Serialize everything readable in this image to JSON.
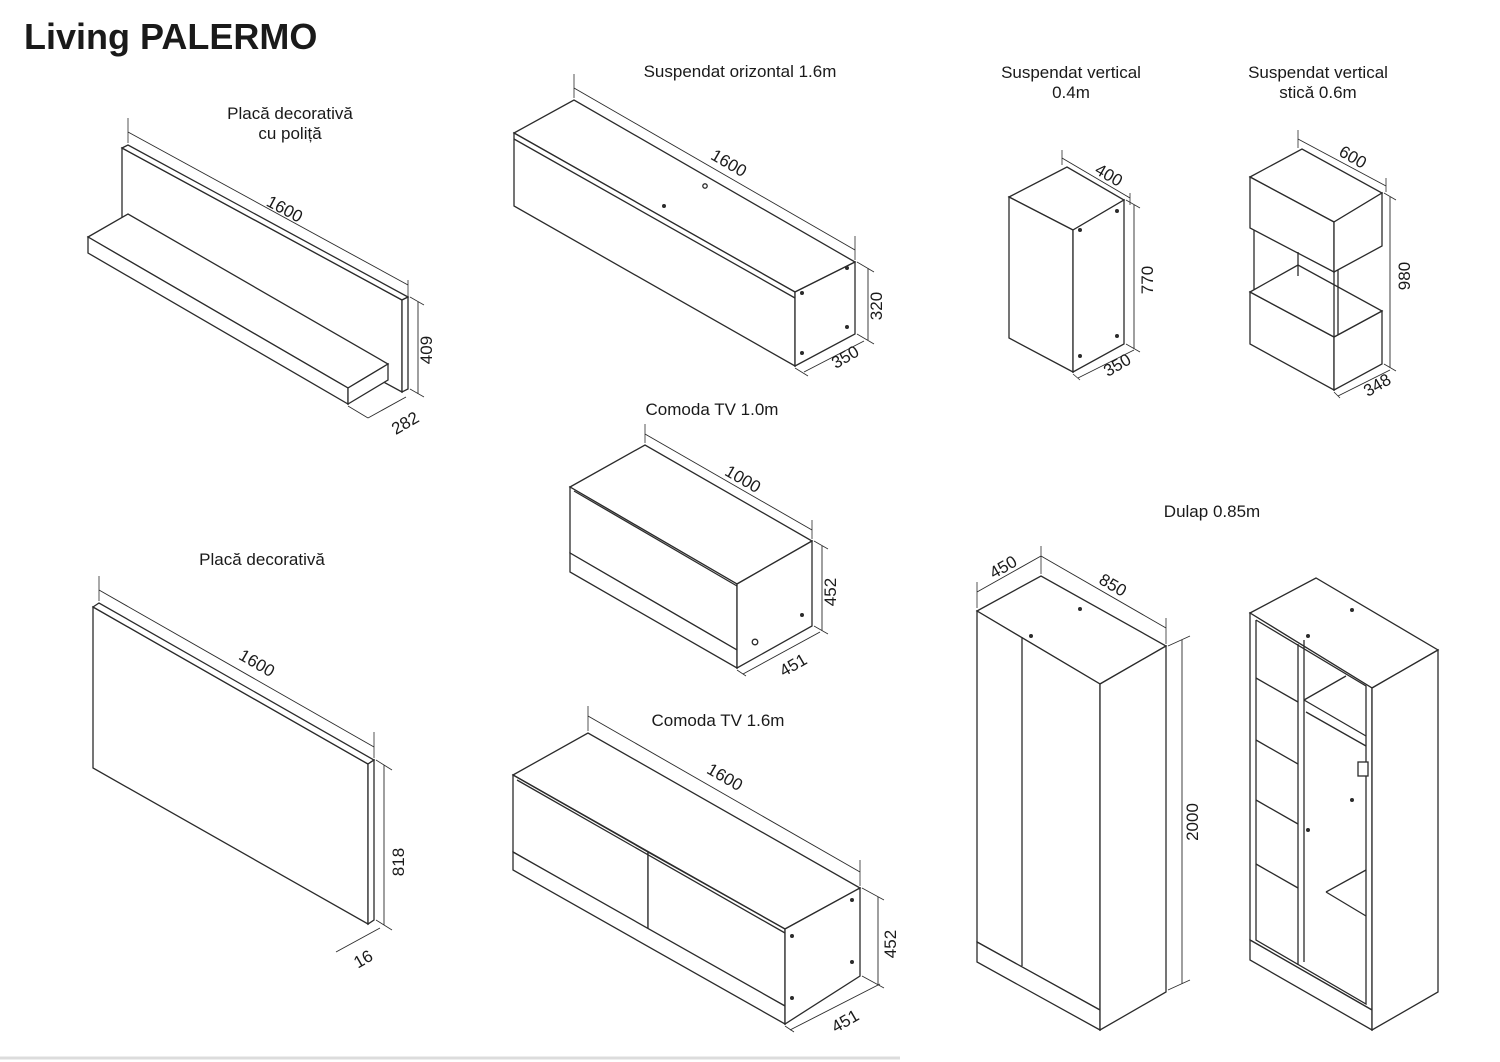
{
  "page_title": "Living PALERMO",
  "items": {
    "shelf_panel": {
      "caption": [
        "Placă decorativă",
        "cu poliță"
      ],
      "width": "1600",
      "height": "409",
      "depth": "282"
    },
    "wall_h": {
      "caption": [
        "Suspendat orizontal 1.6m"
      ],
      "width": "1600",
      "height": "320",
      "depth": "350"
    },
    "wall_v": {
      "caption": [
        "Suspendat vertical",
        "0.4m"
      ],
      "width": "400",
      "height": "770",
      "depth": "350"
    },
    "wall_v_glass": {
      "caption": [
        "Suspendat vertical",
        "sticǎ 0.6m"
      ],
      "width": "600",
      "height": "980",
      "depth": "348"
    },
    "tv_1": {
      "caption": [
        "Comoda TV 1.0m"
      ],
      "width": "1000",
      "height": "452",
      "depth": "451"
    },
    "panel": {
      "caption": [
        "Placă decorativă"
      ],
      "width": "1600",
      "height": "818",
      "depth": "16"
    },
    "tv_16": {
      "caption": [
        "Comoda TV 1.6m"
      ],
      "width": "1600",
      "height": "452",
      "depth": "451"
    },
    "wardrobe": {
      "caption": [
        "Dulap 0.85m"
      ],
      "width": "850",
      "height": "2000",
      "depth": "450"
    }
  }
}
